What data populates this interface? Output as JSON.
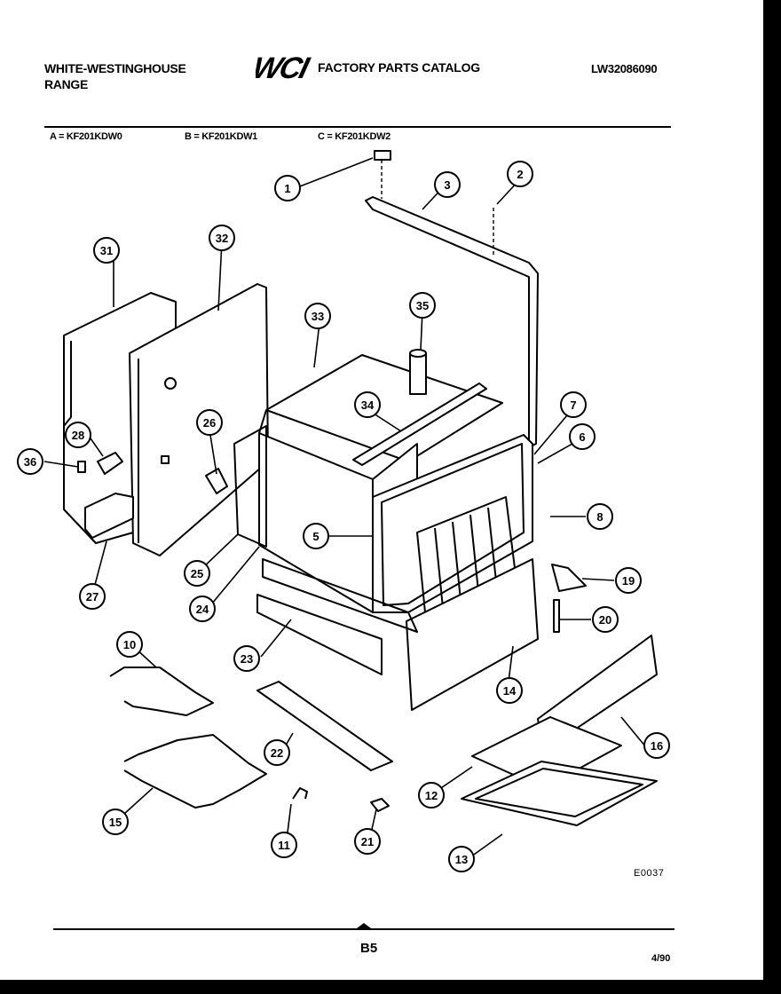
{
  "header": {
    "brand_line1": "WHITE-WESTINGHOUSE",
    "brand_line2": "RANGE",
    "logo_text": "WCI",
    "catalog_title": "FACTORY PARTS CATALOG",
    "doc_number": "LW32086090"
  },
  "models": [
    {
      "label": "A = KF201KDW0"
    },
    {
      "label": "B = KF201KDW1"
    },
    {
      "label": "C = KF201KDW2"
    }
  ],
  "callouts": [
    "1",
    "2",
    "3",
    "5",
    "6",
    "7",
    "8",
    "10",
    "11",
    "12",
    "13",
    "14",
    "15",
    "16",
    "19",
    "20",
    "21",
    "22",
    "23",
    "24",
    "25",
    "26",
    "27",
    "28",
    "31",
    "32",
    "33",
    "34",
    "35",
    "36"
  ],
  "diagram_code": "E0037",
  "footer": {
    "page_label": "B5",
    "date": "4/90"
  }
}
